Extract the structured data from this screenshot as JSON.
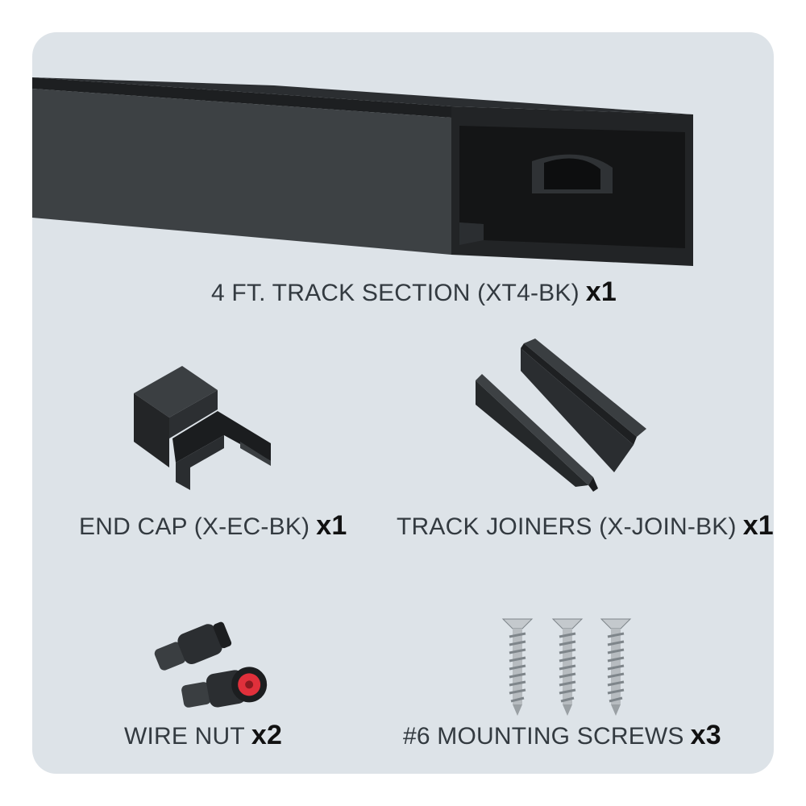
{
  "items": [
    {
      "name": "4 FT. TRACK SECTION (XT4-BK)",
      "qty": "x1"
    },
    {
      "name": "END CAP (X-EC-BK)",
      "qty": "x1"
    },
    {
      "name": "TRACK JOINERS (X-JOIN-BK)",
      "qty": "x1"
    },
    {
      "name": "WIRE NUT",
      "qty": "x2"
    },
    {
      "name": "#6 MOUNTING SCREWS",
      "qty": "x3"
    }
  ],
  "colors": {
    "panel": "#dde3e8",
    "product": "#2a2d30",
    "accent_red": "#e0303b"
  }
}
